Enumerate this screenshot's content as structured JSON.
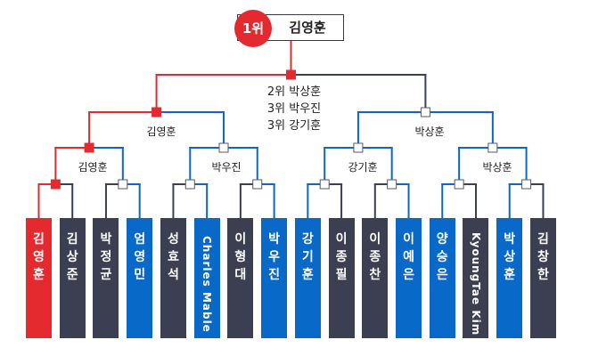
{
  "champion": {
    "rank_badge": "1위",
    "name": "김영훈"
  },
  "rankings": [
    "2위 박상훈",
    "3위 박우진",
    "3위 강기훈"
  ],
  "round_winners": {
    "semi_left": "김영훈",
    "semi_right": "박상훈",
    "quarter_1": "김영훈",
    "quarter_2": "박우진",
    "quarter_3": "강기훈",
    "quarter_4": "박상훈"
  },
  "players": [
    {
      "name": "김영훈",
      "color": "red"
    },
    {
      "name": "김상준",
      "color": "dark"
    },
    {
      "name": "박정균",
      "color": "dark"
    },
    {
      "name": "엄영민",
      "color": "blue"
    },
    {
      "name": "성효석",
      "color": "dark"
    },
    {
      "name": "Charles Mable",
      "color": "blue"
    },
    {
      "name": "이형대",
      "color": "dark"
    },
    {
      "name": "박우진",
      "color": "blue"
    },
    {
      "name": "강기훈",
      "color": "blue"
    },
    {
      "name": "이종필",
      "color": "dark"
    },
    {
      "name": "이종찬",
      "color": "dark"
    },
    {
      "name": "이예은",
      "color": "blue"
    },
    {
      "name": "양승은",
      "color": "blue"
    },
    {
      "name": "KyoungTae Kim",
      "color": "dark"
    },
    {
      "name": "박상훈",
      "color": "blue"
    },
    {
      "name": "김창한",
      "color": "dark"
    }
  ],
  "colors": {
    "red": "#e52a2f",
    "dark": "#3c3f51",
    "blue": "#0969c8"
  }
}
